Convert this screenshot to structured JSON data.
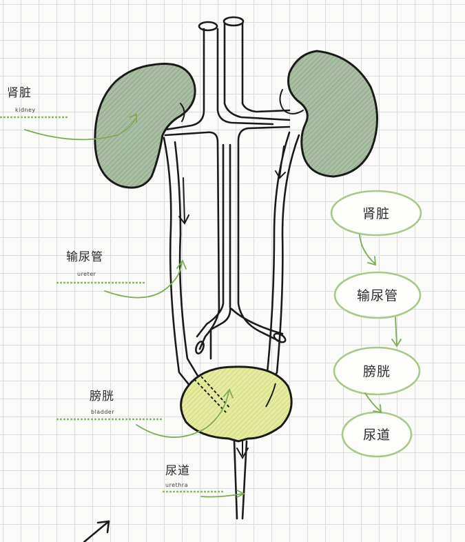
{
  "labels": {
    "kidney": {
      "cn": "肾脏",
      "en": "kidney"
    },
    "ureter": {
      "cn": "输尿管",
      "en": "ureter"
    },
    "bladder": {
      "cn": "膀胱",
      "en": "bladder"
    },
    "urethra": {
      "cn": "尿道",
      "en": "urethra"
    }
  },
  "flowchart": [
    "肾脏",
    "输尿管",
    "膀胱",
    "尿道"
  ],
  "colors": {
    "kidney_fill": "#a9bea3",
    "bladder_fill": "#e4ea9c",
    "accent_green": "#7dab55",
    "bubble_stroke": "#a6c88a",
    "ink": "#1a1a1a"
  }
}
